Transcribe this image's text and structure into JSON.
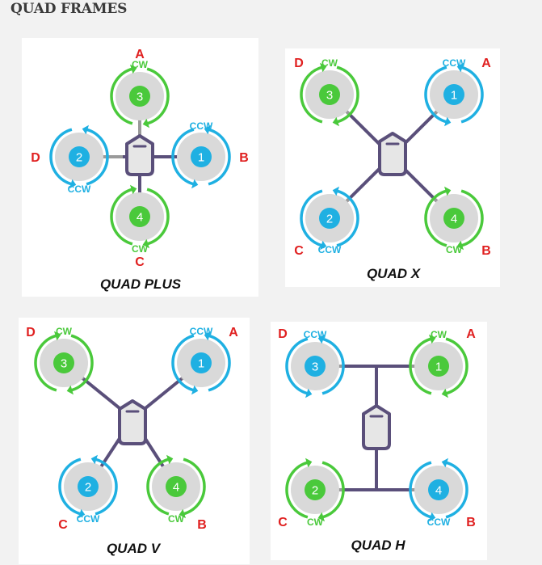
{
  "page_title": "QUAD FRAMES",
  "colors": {
    "cw": "#4ac93b",
    "ccw": "#1fb0e2",
    "frame": "#5a4f7a",
    "position": "#e02020",
    "hub": "#e6e6e6"
  },
  "frames": [
    {
      "title": "QUAD PLUS",
      "motors": [
        {
          "number": "3",
          "rotation": "CW",
          "position": "A"
        },
        {
          "number": "1",
          "rotation": "CCW",
          "position": "B"
        },
        {
          "number": "4",
          "rotation": "CW",
          "position": "C"
        },
        {
          "number": "2",
          "rotation": "CCW",
          "position": "D"
        }
      ]
    },
    {
      "title": "QUAD X",
      "motors": [
        {
          "number": "1",
          "rotation": "CCW",
          "position": "A"
        },
        {
          "number": "4",
          "rotation": "CW",
          "position": "B"
        },
        {
          "number": "2",
          "rotation": "CCW",
          "position": "C"
        },
        {
          "number": "3",
          "rotation": "CW",
          "position": "D"
        }
      ]
    },
    {
      "title": "QUAD V",
      "motors": [
        {
          "number": "1",
          "rotation": "CCW",
          "position": "A"
        },
        {
          "number": "4",
          "rotation": "CW",
          "position": "B"
        },
        {
          "number": "2",
          "rotation": "CCW",
          "position": "C"
        },
        {
          "number": "3",
          "rotation": "CW",
          "position": "D"
        }
      ]
    },
    {
      "title": "QUAD H",
      "motors": [
        {
          "number": "1",
          "rotation": "CW",
          "position": "A"
        },
        {
          "number": "4",
          "rotation": "CCW",
          "position": "B"
        },
        {
          "number": "2",
          "rotation": "CW",
          "position": "C"
        },
        {
          "number": "3",
          "rotation": "CCW",
          "position": "D"
        }
      ]
    }
  ]
}
